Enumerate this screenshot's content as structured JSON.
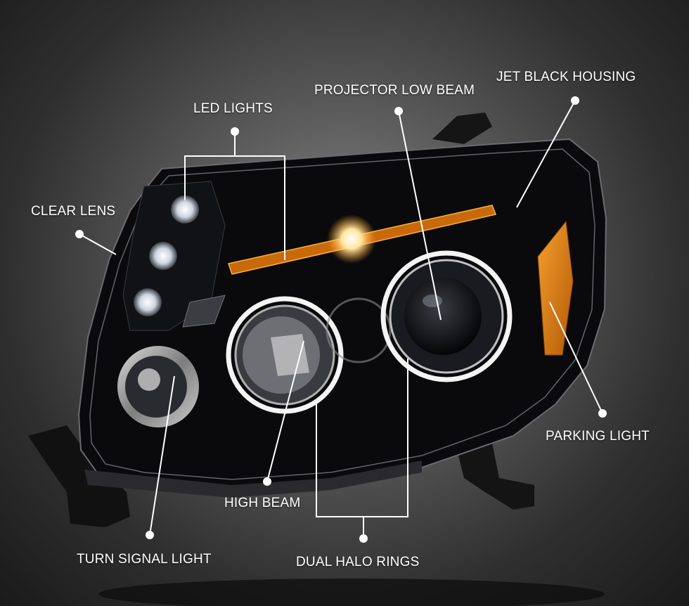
{
  "labels": {
    "led_lights": "LED LIGHTS",
    "projector_low_beam": "PROJECTOR LOW BEAM",
    "jet_black_housing": "JET BLACK HOUSING",
    "clear_lens": "CLEAR LENS",
    "parking_light": "PARKING LIGHT",
    "high_beam": "HIGH BEAM",
    "turn_signal_light": "TURN SIGNAL LIGHT",
    "dual_halo_rings": "DUAL HALO RINGS"
  },
  "colors": {
    "callout_line": "#ffffff",
    "housing": "#0a0a0c",
    "amber": "#e07a10",
    "halo": "#f4f4f4"
  }
}
